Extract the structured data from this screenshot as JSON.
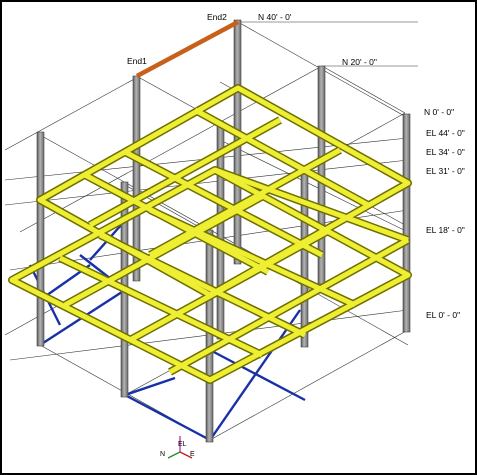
{
  "labels": {
    "end1": "End1",
    "end2": "End2",
    "grid_n40": "N 40' - 0'",
    "grid_n20": "N 20' - 0\"",
    "grid_n0": "N 0' - 0\"",
    "el44": "EL 44' - 0\"",
    "el34": "EL 34' - 0\"",
    "el31": "EL 31' - 0\"",
    "el18": "EL 18' - 0\"",
    "el0": "EL 0' - 0\""
  },
  "compass": {
    "el": "EL",
    "north": "N",
    "east": "E"
  },
  "colors": {
    "beam_fill": "#eeee33",
    "beam_edge": "#6f6f00",
    "column": "#8c8c8c",
    "brace": "#1830a8",
    "highlight": "#c8601a",
    "grid": "#333333"
  }
}
